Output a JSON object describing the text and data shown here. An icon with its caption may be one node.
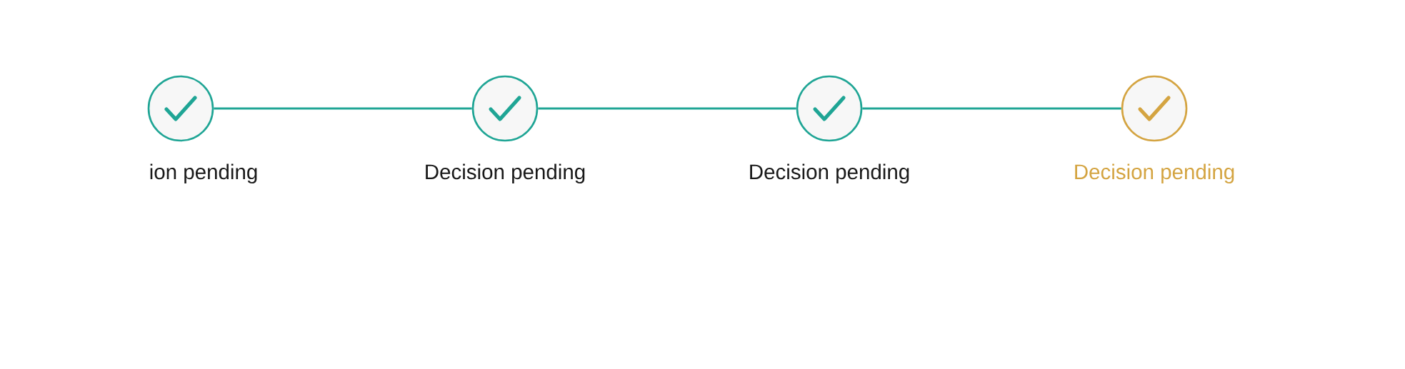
{
  "diagram": {
    "nodes": [
      {
        "text": [
          "ion pending"
        ]
      },
      {
        "text": [
          "Decision pending"
        ]
      },
      {
        "text": [
          "Decision pending"
        ]
      },
      {
        "text": [
          "Decision pending"
        ]
      }
    ],
    "edges": [
      {
        "from": 0,
        "to": 1,
        "arrow": "none"
      },
      {
        "from": 1,
        "to": 2,
        "arrow": "none"
      },
      {
        "from": 2,
        "to": 3,
        "arrow": "none"
      }
    ]
  }
}
